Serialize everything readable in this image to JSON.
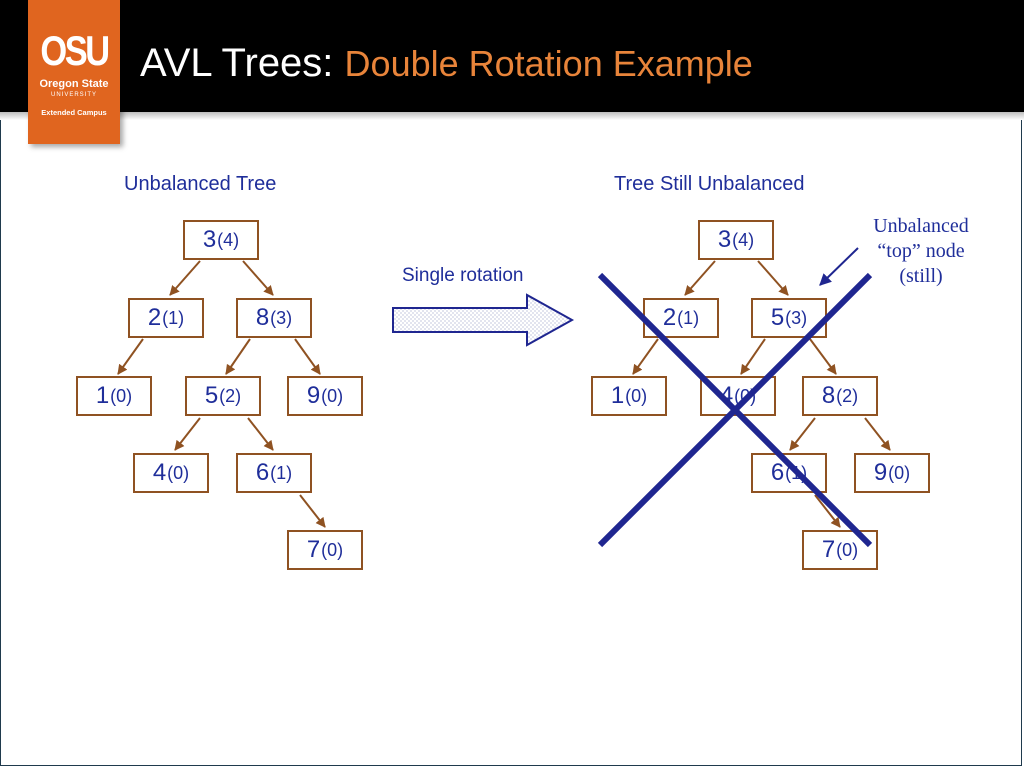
{
  "header": {
    "title_main": "AVL Trees:",
    "title_sub": "Double Rotation Example",
    "logo": {
      "mark": "OSU",
      "name": "Oregon State",
      "sub": "UNIVERSITY",
      "campus": "Extended Campus"
    }
  },
  "left_tree": {
    "caption": "Unbalanced Tree",
    "nodes": [
      {
        "key": "3",
        "balance": "(4)"
      },
      {
        "key": "2",
        "balance": "(1)"
      },
      {
        "key": "8",
        "balance": "(3)"
      },
      {
        "key": "1",
        "balance": "(0)"
      },
      {
        "key": "5",
        "balance": "(2)"
      },
      {
        "key": "9",
        "balance": "(0)"
      },
      {
        "key": "4",
        "balance": "(0)"
      },
      {
        "key": "6",
        "balance": "(1)"
      },
      {
        "key": "7",
        "balance": "(0)"
      }
    ]
  },
  "rotation": {
    "label": "Single rotation"
  },
  "right_tree": {
    "caption": "Tree Still Unbalanced",
    "nodes": [
      {
        "key": "3",
        "balance": "(4)"
      },
      {
        "key": "2",
        "balance": "(1)"
      },
      {
        "key": "5",
        "balance": "(3)"
      },
      {
        "key": "1",
        "balance": "(0)"
      },
      {
        "key": "4",
        "balance": "(0)"
      },
      {
        "key": "8",
        "balance": "(2)"
      },
      {
        "key": "6",
        "balance": "(1)"
      },
      {
        "key": "9",
        "balance": "(0)"
      },
      {
        "key": "7",
        "balance": "(0)"
      }
    ]
  },
  "annotation": {
    "line1": "Unbalanced",
    "line2": "“top” node",
    "line3": "(still)"
  },
  "colors": {
    "header_bg": "#000000",
    "accent_orange": "#e0651f",
    "title_sub": "#e8843a",
    "text_blue": "#1f2e9a",
    "node_border": "#8f5222",
    "cross": "#1f2690"
  }
}
